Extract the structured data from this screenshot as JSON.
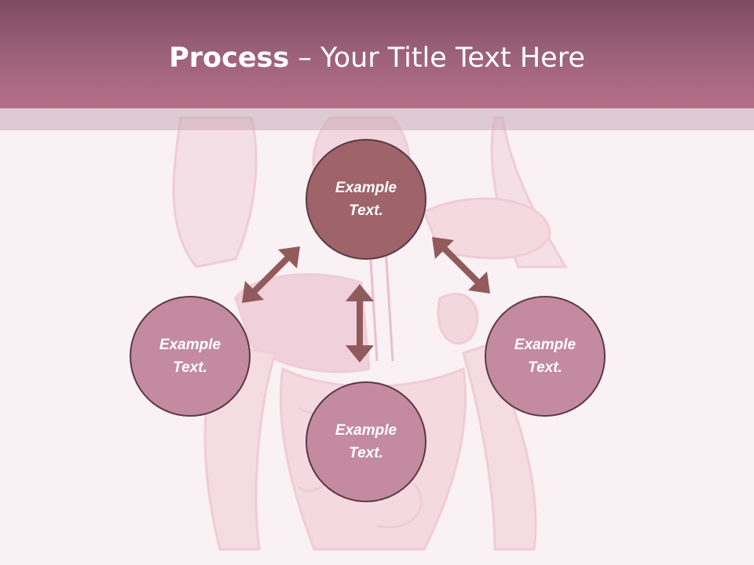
{
  "slide": {
    "title_bold": "Process",
    "title_rest": " – Your Title Text Here"
  },
  "nodes": {
    "top": {
      "line1": "Example",
      "line2": "Text."
    },
    "left": {
      "line1": "Example",
      "line2": "Text."
    },
    "right": {
      "line1": "Example",
      "line2": "Text."
    },
    "bottom": {
      "line1": "Example",
      "line2": "Text."
    }
  },
  "colors": {
    "header": "#9a5f78",
    "node_dark": "#9e646a",
    "node_light": "#c48aa0",
    "arrow": "#915a5c",
    "background": "#f9f1f4"
  }
}
